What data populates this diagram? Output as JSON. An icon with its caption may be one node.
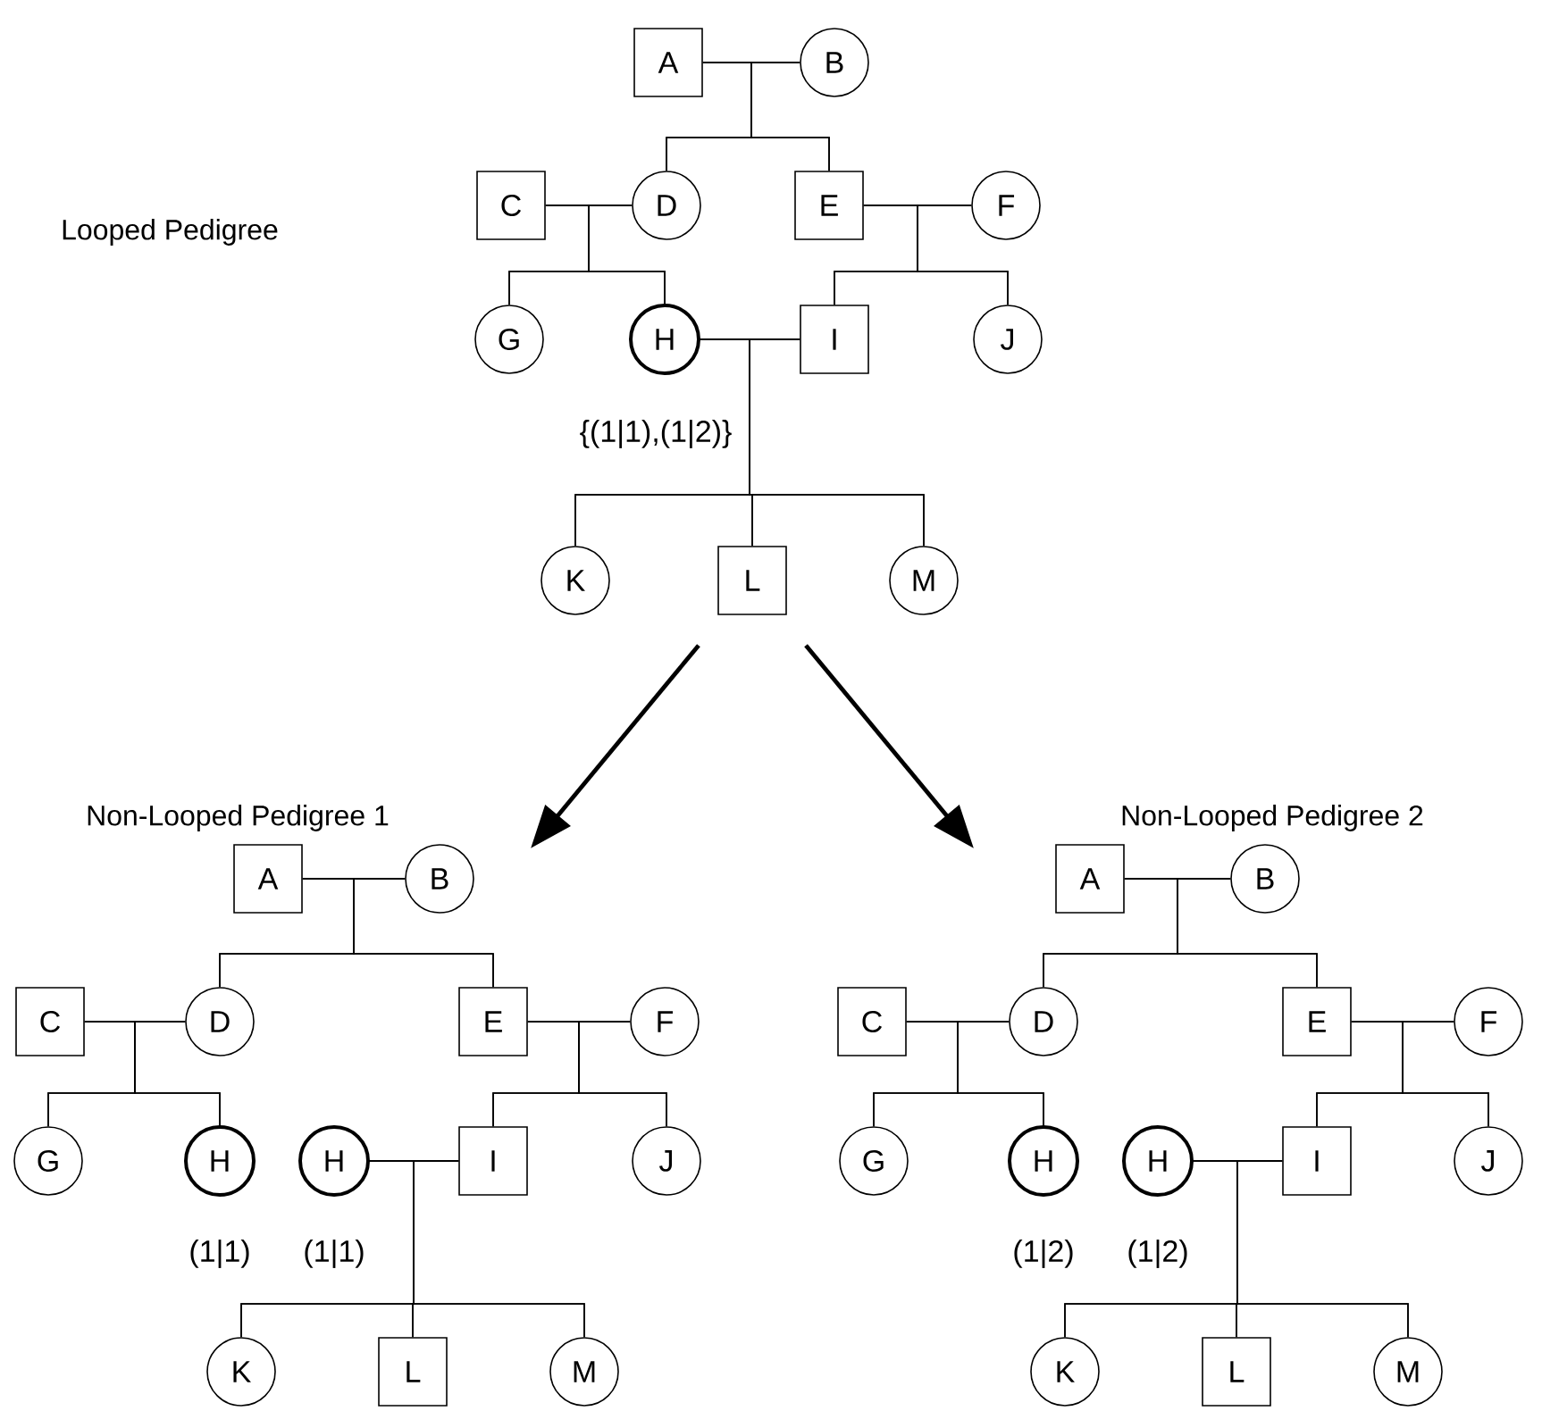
{
  "diagram": {
    "nodes": [
      {
        "text": [
          "A"
        ]
      },
      {
        "text": [
          "B"
        ]
      },
      {
        "text": [
          "C"
        ]
      },
      {
        "text": [
          "D"
        ]
      },
      {
        "text": [
          "E"
        ]
      },
      {
        "text": [
          "F"
        ]
      },
      {
        "text": [
          "G"
        ]
      },
      {
        "text": [
          "H"
        ],
        "beside": [
          "{(1|1),(1|2)}"
        ]
      },
      {
        "text": [
          "I"
        ]
      },
      {
        "text": [
          "J"
        ]
      },
      {
        "text": [
          "K"
        ]
      },
      {
        "text": [
          "L"
        ]
      },
      {
        "text": [
          "M"
        ]
      },
      {
        "text": [
          "A"
        ]
      },
      {
        "text": [
          "B"
        ]
      },
      {
        "text": [
          "C"
        ]
      },
      {
        "text": [
          "D"
        ]
      },
      {
        "text": [
          "E"
        ]
      },
      {
        "text": [
          "F"
        ]
      },
      {
        "text": [
          "G"
        ]
      },
      {
        "text": [
          "H"
        ],
        "beside": [
          "(1|1)"
        ]
      },
      {
        "text": [
          "H"
        ],
        "beside": [
          "(1|1)"
        ]
      },
      {
        "text": [
          "I"
        ]
      },
      {
        "text": [
          "J"
        ]
      },
      {
        "text": [
          "K"
        ]
      },
      {
        "text": [
          "L"
        ]
      },
      {
        "text": [
          "M"
        ]
      },
      {
        "text": [
          "A"
        ]
      },
      {
        "text": [
          "B"
        ]
      },
      {
        "text": [
          "C"
        ]
      },
      {
        "text": [
          "D"
        ]
      },
      {
        "text": [
          "E"
        ]
      },
      {
        "text": [
          "F"
        ]
      },
      {
        "text": [
          "G"
        ]
      },
      {
        "text": [
          "H"
        ],
        "beside": [
          "(1|2)"
        ]
      },
      {
        "text": [
          "H"
        ],
        "beside": [
          "(1|2)"
        ]
      },
      {
        "text": [
          "I"
        ]
      },
      {
        "text": [
          "J"
        ]
      },
      {
        "text": [
          "K"
        ]
      },
      {
        "text": [
          "L"
        ]
      },
      {
        "text": [
          "M"
        ]
      }
    ],
    "edges": [
      {
        "from": 0,
        "to": 1,
        "arrow": "none"
      },
      {
        "from": 0,
        "to": 3,
        "arrow": "none"
      },
      {
        "from": 1,
        "to": 3,
        "arrow": "none"
      },
      {
        "from": 0,
        "to": 4,
        "arrow": "none"
      },
      {
        "from": 1,
        "to": 4,
        "arrow": "none"
      },
      {
        "from": 2,
        "to": 3,
        "arrow": "none"
      },
      {
        "from": 2,
        "to": 6,
        "arrow": "none"
      },
      {
        "from": 3,
        "to": 6,
        "arrow": "none"
      },
      {
        "from": 2,
        "to": 7,
        "arrow": "none"
      },
      {
        "from": 3,
        "to": 7,
        "arrow": "none"
      },
      {
        "from": 4,
        "to": 5,
        "arrow": "none"
      },
      {
        "from": 4,
        "to": 8,
        "arrow": "none"
      },
      {
        "from": 5,
        "to": 8,
        "arrow": "none"
      },
      {
        "from": 4,
        "to": 9,
        "arrow": "none"
      },
      {
        "from": 5,
        "to": 9,
        "arrow": "none"
      },
      {
        "from": 7,
        "to": 8,
        "arrow": "none"
      },
      {
        "from": 7,
        "to": 10,
        "arrow": "none"
      },
      {
        "from": 8,
        "to": 10,
        "arrow": "none"
      },
      {
        "from": 7,
        "to": 11,
        "arrow": "none"
      },
      {
        "from": 8,
        "to": 11,
        "arrow": "none"
      },
      {
        "from": 7,
        "to": 12,
        "arrow": "none"
      },
      {
        "from": 8,
        "to": 12,
        "arrow": "none"
      },
      {
        "from": 13,
        "to": 14,
        "arrow": "none"
      },
      {
        "from": 13,
        "to": 16,
        "arrow": "none"
      },
      {
        "from": 14,
        "to": 16,
        "arrow": "none"
      },
      {
        "from": 13,
        "to": 17,
        "arrow": "none"
      },
      {
        "from": 14,
        "to": 17,
        "arrow": "none"
      },
      {
        "from": 15,
        "to": 16,
        "arrow": "none"
      },
      {
        "from": 15,
        "to": 19,
        "arrow": "none"
      },
      {
        "from": 16,
        "to": 19,
        "arrow": "none"
      },
      {
        "from": 15,
        "to": 20,
        "arrow": "none"
      },
      {
        "from": 16,
        "to": 20,
        "arrow": "none"
      },
      {
        "from": 17,
        "to": 18,
        "arrow": "none"
      },
      {
        "from": 17,
        "to": 22,
        "arrow": "none"
      },
      {
        "from": 18,
        "to": 22,
        "arrow": "none"
      },
      {
        "from": 17,
        "to": 23,
        "arrow": "none"
      },
      {
        "from": 18,
        "to": 23,
        "arrow": "none"
      },
      {
        "from": 21,
        "to": 22,
        "arrow": "none"
      },
      {
        "from": 21,
        "to": 24,
        "arrow": "none"
      },
      {
        "from": 22,
        "to": 24,
        "arrow": "none"
      },
      {
        "from": 21,
        "to": 25,
        "arrow": "none"
      },
      {
        "from": 22,
        "to": 25,
        "arrow": "none"
      },
      {
        "from": 21,
        "to": 26,
        "arrow": "none"
      },
      {
        "from": 22,
        "to": 26,
        "arrow": "none"
      },
      {
        "from": 27,
        "to": 28,
        "arrow": "none"
      },
      {
        "from": 27,
        "to": 30,
        "arrow": "none"
      },
      {
        "from": 28,
        "to": 30,
        "arrow": "none"
      },
      {
        "from": 27,
        "to": 31,
        "arrow": "none"
      },
      {
        "from": 28,
        "to": 31,
        "arrow": "none"
      },
      {
        "from": 29,
        "to": 30,
        "arrow": "none"
      },
      {
        "from": 29,
        "to": 33,
        "arrow": "none"
      },
      {
        "from": 30,
        "to": 33,
        "arrow": "none"
      },
      {
        "from": 29,
        "to": 34,
        "arrow": "none"
      },
      {
        "from": 30,
        "to": 34,
        "arrow": "none"
      },
      {
        "from": 31,
        "to": 32,
        "arrow": "none"
      },
      {
        "from": 31,
        "to": 36,
        "arrow": "none"
      },
      {
        "from": 32,
        "to": 36,
        "arrow": "none"
      },
      {
        "from": 31,
        "to": 37,
        "arrow": "none"
      },
      {
        "from": 32,
        "to": 37,
        "arrow": "none"
      },
      {
        "from": 35,
        "to": 36,
        "arrow": "none"
      },
      {
        "from": 35,
        "to": 38,
        "arrow": "none"
      },
      {
        "from": 36,
        "to": 38,
        "arrow": "none"
      },
      {
        "from": 35,
        "to": 39,
        "arrow": "none"
      },
      {
        "from": 36,
        "to": 39,
        "arrow": "none"
      },
      {
        "from": 35,
        "to": 40,
        "arrow": "none"
      },
      {
        "from": 36,
        "to": 40,
        "arrow": "none"
      },
      {
        "from": 11,
        "to": null,
        "arrow": "to",
        "style": "thick"
      },
      {
        "from": 11,
        "to": null,
        "arrow": "to",
        "style": "thick"
      }
    ],
    "labels": [
      "Looped Pedigree",
      "Non-Looped Pedigree 1",
      "Non-Looped Pedigree 2"
    ]
  }
}
